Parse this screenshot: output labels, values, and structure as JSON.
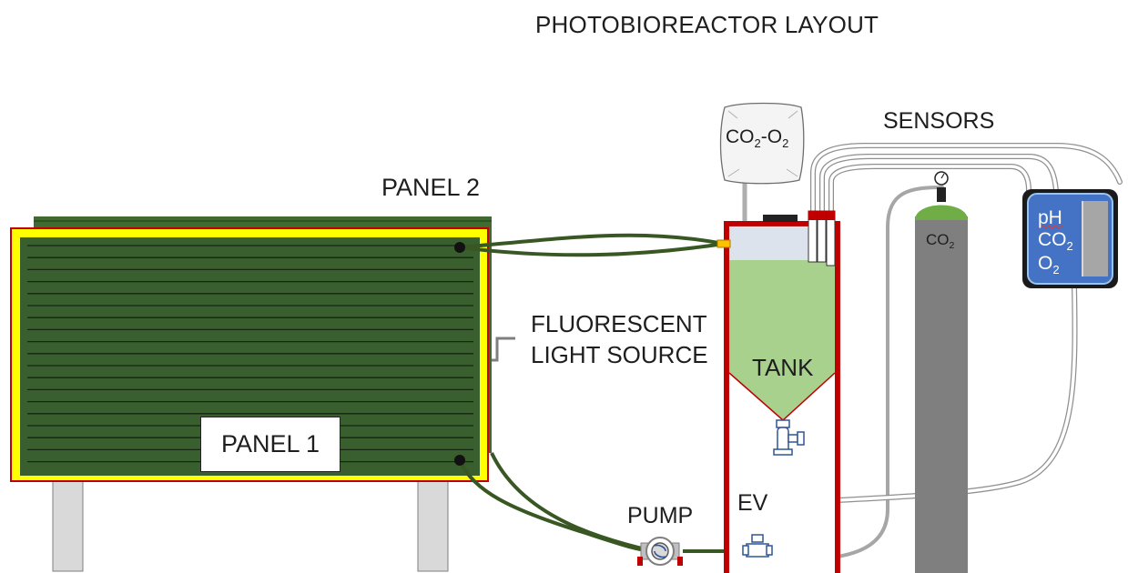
{
  "diagram": {
    "title": "PHOTOBIOREACTOR LAYOUT",
    "panel_2": "PANEL 2",
    "panel_1": "PANEL 1",
    "light_source": {
      "line1": "FLUORESCENT",
      "line2": "LIGHT SOURCE"
    },
    "sensors": "SENSORS",
    "tank": "TANK",
    "pump": "PUMP",
    "valve": "EV",
    "gas_bag": {
      "a": "CO",
      "a_sub": "2",
      "sep": "-O",
      "b_sub": "2"
    },
    "cylinder": {
      "text": "CO",
      "sub": "2"
    },
    "sensor_display": {
      "line1": "pH",
      "line2": "CO",
      "line2_sub": "2",
      "line3": "O",
      "line3_sub": "2"
    },
    "colors": {
      "panel_green": "#3a5f2e",
      "panel_border": "#ffff00",
      "frame_red": "#c00000",
      "tube_green": "#385723",
      "tank_liquid": "#a9d18e",
      "cylinder_gray": "#7f7f7f",
      "display_blue": "#4472c4"
    }
  }
}
